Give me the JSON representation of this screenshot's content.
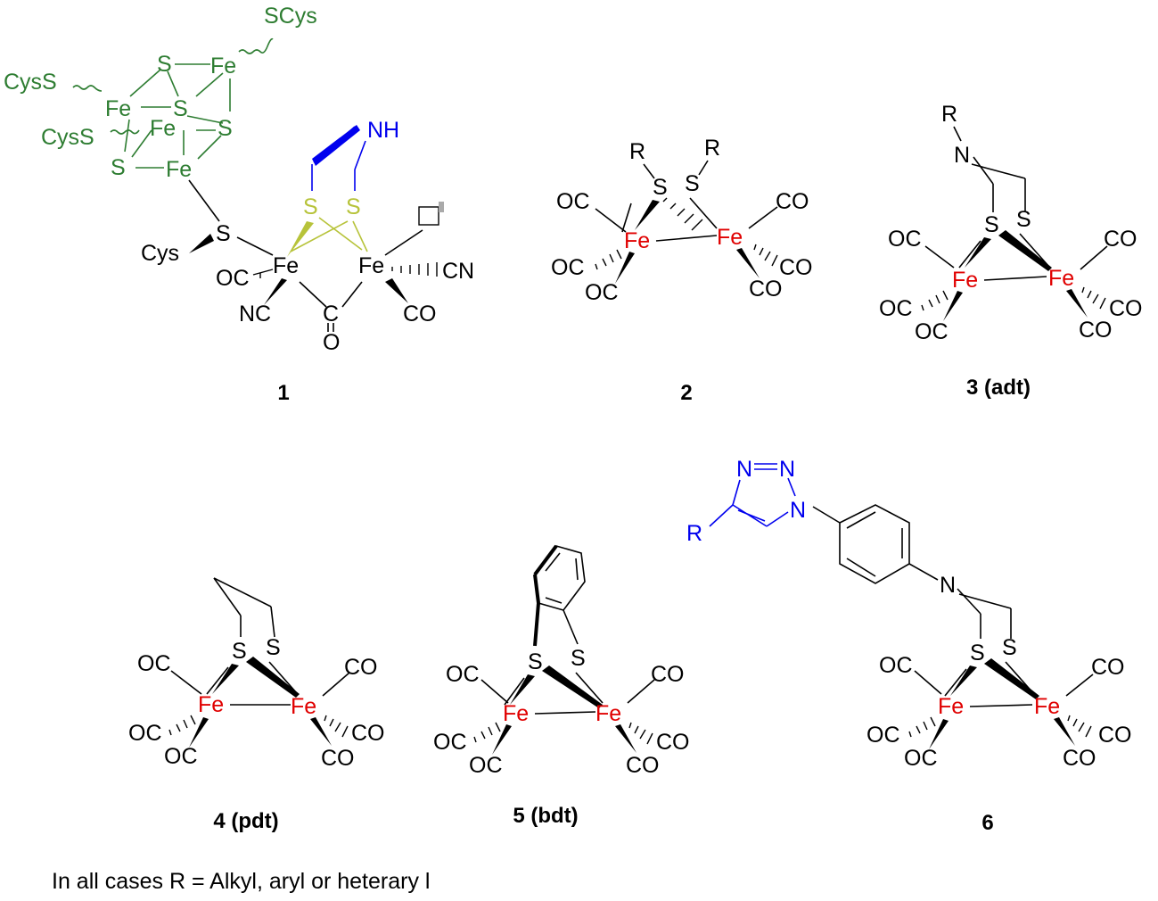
{
  "colors": {
    "black": "#000000",
    "iron_red": "#e00000",
    "cluster_green": "#2e7d32",
    "amine_blue": "#0000ee",
    "sulfur_yellow": "#b7c33a"
  },
  "atoms": {
    "fe": "Fe",
    "s": "S",
    "nh": "NH",
    "n": "N",
    "r": "R",
    "oc": "OC",
    "co": "CO",
    "nc": "NC",
    "cn": "CN",
    "o": "O",
    "c": "C",
    "cys": "Cys",
    "cyss": "CysS",
    "scys": "SCys"
  },
  "compounds": {
    "c1": "1",
    "c2": "2",
    "c3": "3 (adt)",
    "c4": "4 (pdt)",
    "c5": "5 (bdt)",
    "c6": "6"
  },
  "footnote": "In all cases R = Alkyl, aryl or heterary l"
}
